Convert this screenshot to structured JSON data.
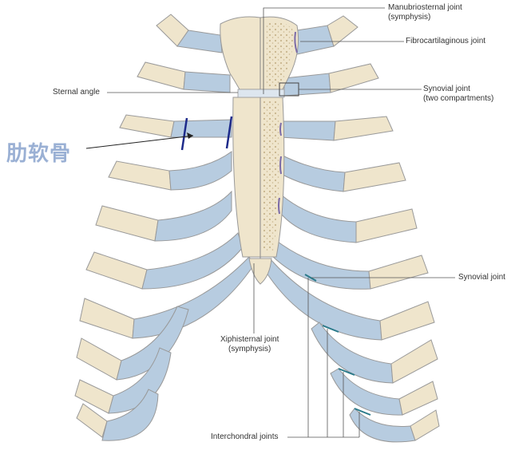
{
  "labels": {
    "manubriosternal_joint": {
      "line1": "Manubriosternal joint",
      "line2": "(symphysis)"
    },
    "fibrocartilaginous_joint": "Fibrocartilaginous joint",
    "sternal_angle": "Sternal angle",
    "synovial_joint_two": {
      "line1": "Synovial joint",
      "line2": "(two compartments)"
    },
    "costal_cartilage_cn": "肋软骨",
    "synovial_joint": "Synovial joint",
    "xiphisternal_joint": {
      "line1": "Xiphisternal joint",
      "line2": "(symphysis)"
    },
    "interchondral_joints": "Interchondral joints"
  },
  "colors": {
    "bone": "#efe5cc",
    "bone_outline": "#9a9a9a",
    "cartilage": "#b7cce0",
    "cartilage_dark": "#9bb5d0",
    "section_dots": "#c8b58e",
    "annotation_handwritten": "#1d2a8a",
    "cn_label": "#9ab0d4"
  }
}
